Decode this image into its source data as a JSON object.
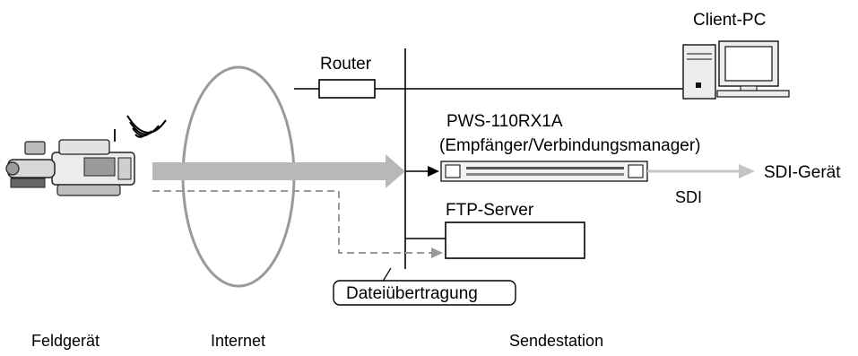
{
  "labels": {
    "router": "Router",
    "client_pc": "Client-PC",
    "receiver_model": "PWS-110RX1A",
    "receiver_role": "(Empfänger/Verbindungsmanager)",
    "ftp_server": "FTP-Server",
    "sdi": "SDI",
    "sdi_device": "SDI-Gerät",
    "file_transfer": "Dateiübertragung",
    "field_device": "Feldgerät",
    "internet": "Internet",
    "broadcast_station": "Sendestation"
  },
  "icons": {
    "camera": "camcorder-icon",
    "wireless": "wireless-signal-icon",
    "client_pc": "desktop-pc-icon",
    "receiver": "rack-receiver-icon"
  },
  "colors": {
    "stream_arrow": "#b8b8b8",
    "sdi_arrow": "#c4c4c4",
    "network_line": "#000000",
    "internet_cloud": "#9a9a9a",
    "file_transfer_path": "#9a9a9a"
  }
}
